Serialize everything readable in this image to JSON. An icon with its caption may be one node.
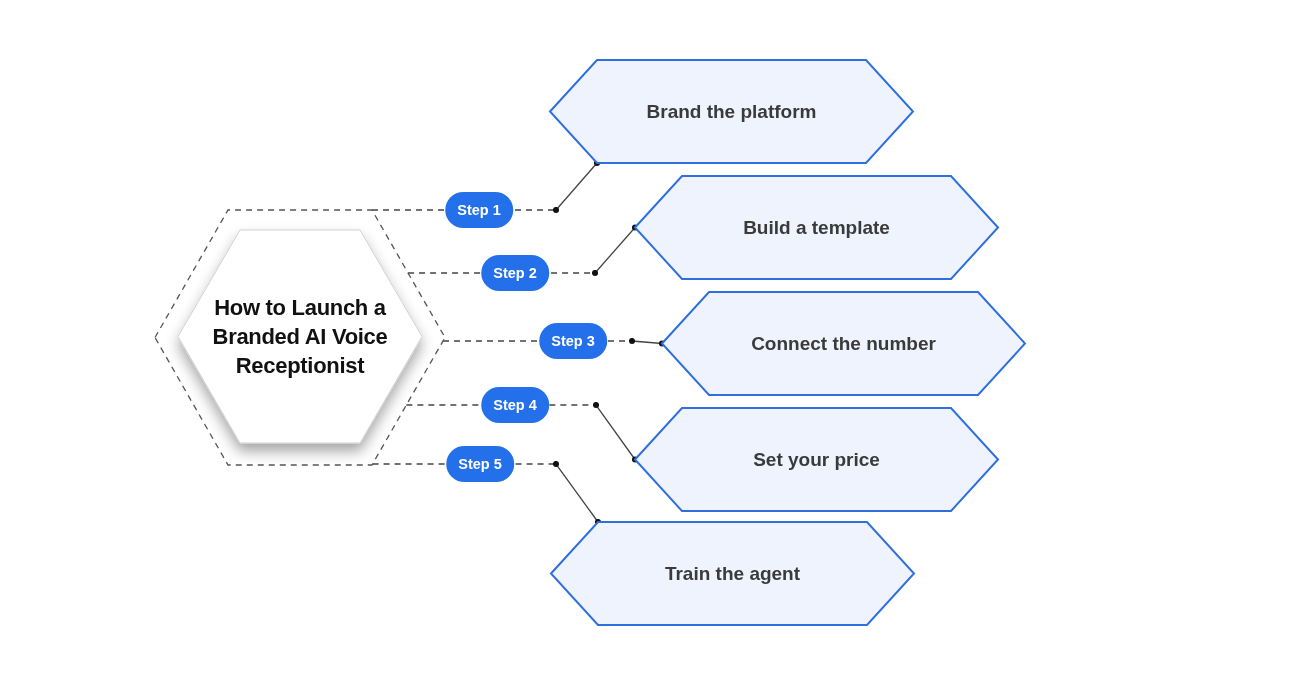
{
  "diagram": {
    "nodes": [
      {
        "text": [],
        "shape": "hexagon"
      },
      {
        "text": [
          "How to Launch a Branded AI Voice Receptionist"
        ],
        "in": 0
      },
      {
        "text": [
          "Brand the platform"
        ]
      },
      {
        "text": [
          "Build a template"
        ]
      },
      {
        "text": [
          "Connect the number"
        ]
      },
      {
        "text": [
          "Set your price"
        ]
      },
      {
        "text": [
          "Train the agent"
        ]
      }
    ],
    "edges": [
      {
        "from": 0,
        "to": 2,
        "arrow": "other",
        "label": "Step 1",
        "style": "dashed"
      },
      {
        "from": 0,
        "to": 3,
        "arrow": "other",
        "label": "Step 2",
        "style": "dashed"
      },
      {
        "from": 0,
        "to": 4,
        "arrow": "other",
        "label": "Step 3",
        "style": "dashed"
      },
      {
        "from": 0,
        "to": 5,
        "arrow": "other",
        "label": "Step 4",
        "style": "dashed"
      },
      {
        "from": 0,
        "to": 6,
        "arrow": "other",
        "label": "Step 5",
        "style": "dashed"
      }
    ]
  }
}
